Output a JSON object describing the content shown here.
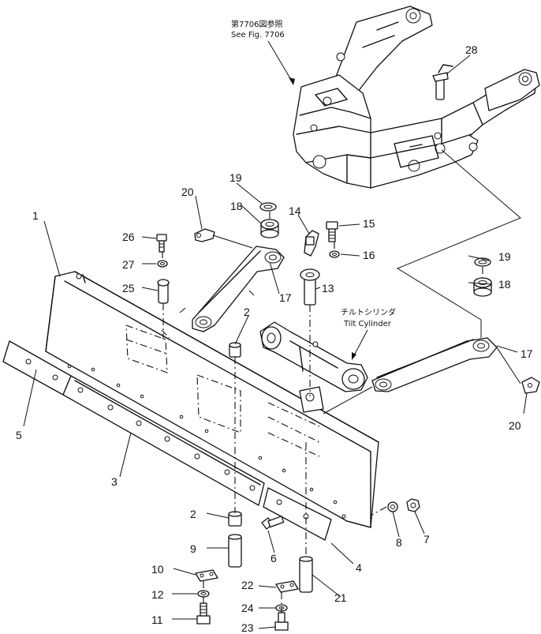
{
  "references": {
    "frame": {
      "jp": "第7706図参照",
      "en": "See Fig. 7706"
    },
    "cylinder": {
      "jp": "チルトシリンダ",
      "en": "Tilt Cylinder"
    }
  },
  "callouts": {
    "p1": "1",
    "p2a": "2",
    "p2b": "2",
    "p3": "3",
    "p4": "4",
    "p5": "5",
    "p6": "6",
    "p7": "7",
    "p8": "8",
    "p9": "9",
    "p10": "10",
    "p11": "11",
    "p12": "12",
    "p13": "13",
    "p14": "14",
    "p15": "15",
    "p16": "16",
    "p17a": "17",
    "p17b": "17",
    "p18a": "18",
    "p18b": "18",
    "p19a": "19",
    "p19b": "19",
    "p20a": "20",
    "p20b": "20",
    "p21": "21",
    "p22": "22",
    "p23": "23",
    "p24": "24",
    "p25": "25",
    "p26": "26",
    "p27": "27",
    "p28": "28"
  }
}
